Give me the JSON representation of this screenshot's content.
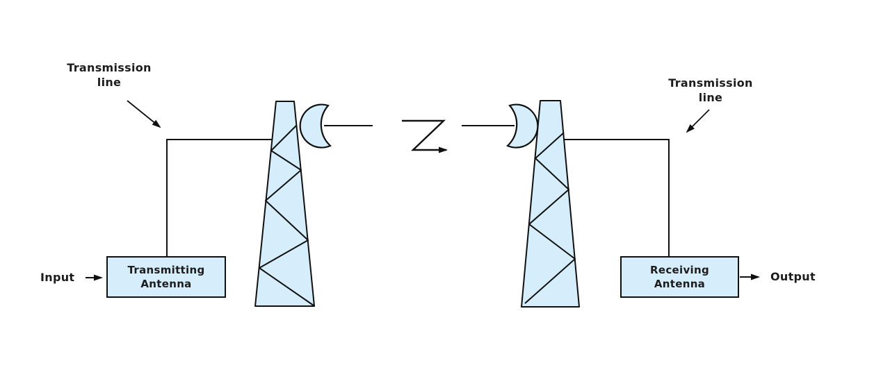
{
  "colors": {
    "shape-fill": "#d6eefb",
    "line": "#101010",
    "text": "#1c1c1c",
    "bg": "#ffffff"
  },
  "labels": {
    "transmission_left": {
      "line1": "Transmission",
      "line2": "line"
    },
    "transmission_right": {
      "line1": "Transmission",
      "line2": "line"
    },
    "input": "Input",
    "output": "Output"
  },
  "boxes": {
    "transmitting": {
      "line1": "Transmitting",
      "line2": "Antenna"
    },
    "receiving": {
      "line1": "Receiving",
      "line2": "Antenna"
    }
  },
  "icons": {
    "tower_left": "lattice-transmission-tower",
    "tower_right": "lattice-transmission-tower",
    "dish_left": "dish-horn-antenna",
    "dish_right": "dish-horn-antenna",
    "signal": "zigzag-propagation-arrow"
  }
}
